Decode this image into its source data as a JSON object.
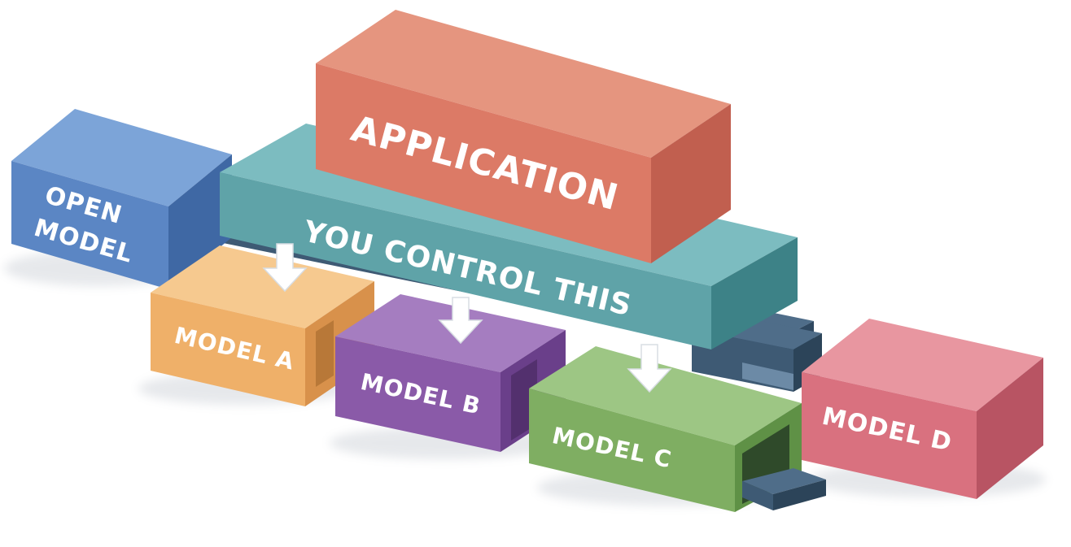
{
  "blocks": {
    "application": {
      "label": "APPLICATION",
      "color": "#dc7a66"
    },
    "control_layer": {
      "label": "YOU CONTROL THIS",
      "color": "#5fa3a8"
    },
    "open_model": {
      "line1": "OPEN",
      "line2": "MODEL",
      "color": "#5b86c4"
    },
    "model_a": {
      "label": "MODEL A",
      "color": "#efb069"
    },
    "model_b": {
      "label": "MODEL B",
      "color": "#8a5aa8"
    },
    "model_c": {
      "label": "MODEL C",
      "color": "#7fae62"
    },
    "model_d": {
      "label": "MODEL D",
      "color": "#d9717f"
    },
    "base_rail": {
      "color": "#3e5a74"
    }
  },
  "arrows": [
    "arrow-to-model-a",
    "arrow-to-model-b",
    "arrow-to-model-c"
  ]
}
